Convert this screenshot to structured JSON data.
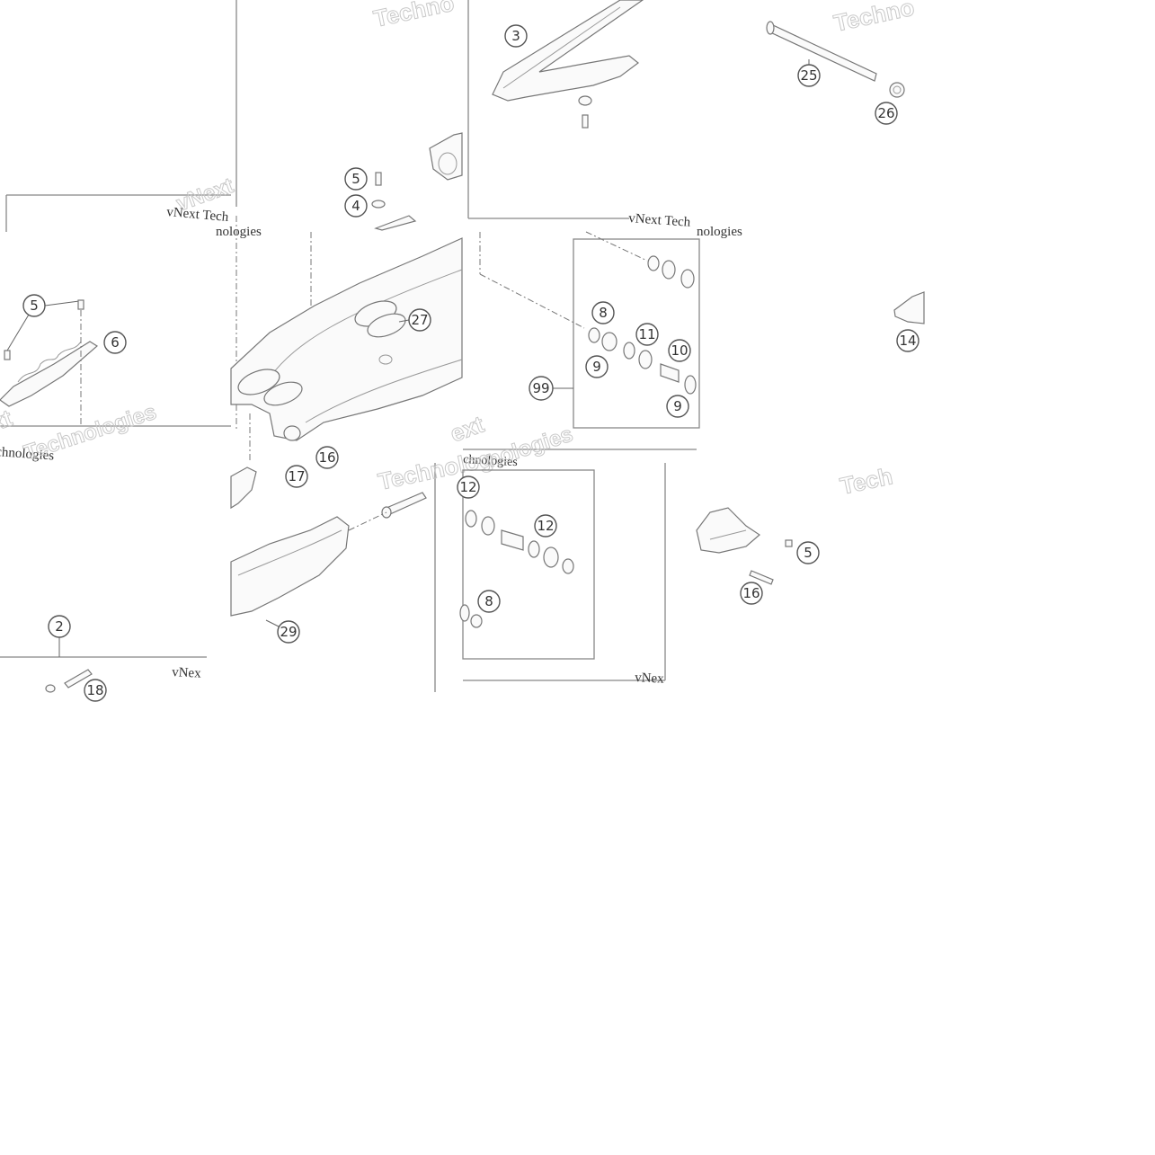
{
  "watermarks": {
    "brand_short": "vNext",
    "brand_mid": "vNext Tech",
    "brand_long": "vNext Technologies",
    "word_tech": "Techno",
    "word_tech2": "Technolog",
    "word_technologies": "Technologies",
    "word_nologies": "nologies",
    "word_hnologies": "chnologies",
    "word_ext": "ext",
    "word_tech3": "Tech",
    "brand_cut": "vNex"
  },
  "callouts": {
    "t1_3": "3",
    "t1_25": "25",
    "t1_26": "26",
    "t2_5": "5",
    "t2_4": "4",
    "t2_27": "27",
    "t3_5": "5",
    "t3_6": "6",
    "t4_8": "8",
    "t4_9a": "9",
    "t4_11": "11",
    "t4_10": "10",
    "t4_99": "99",
    "t4_9b": "9",
    "t4_14": "14",
    "t5_17": "17",
    "t5_16": "16",
    "t5_29": "29",
    "t6_12a": "12",
    "t6_12b": "12",
    "t6_8": "8",
    "t7_5": "5",
    "t7_16": "16",
    "t8_2": "2",
    "t8_18": "18"
  }
}
